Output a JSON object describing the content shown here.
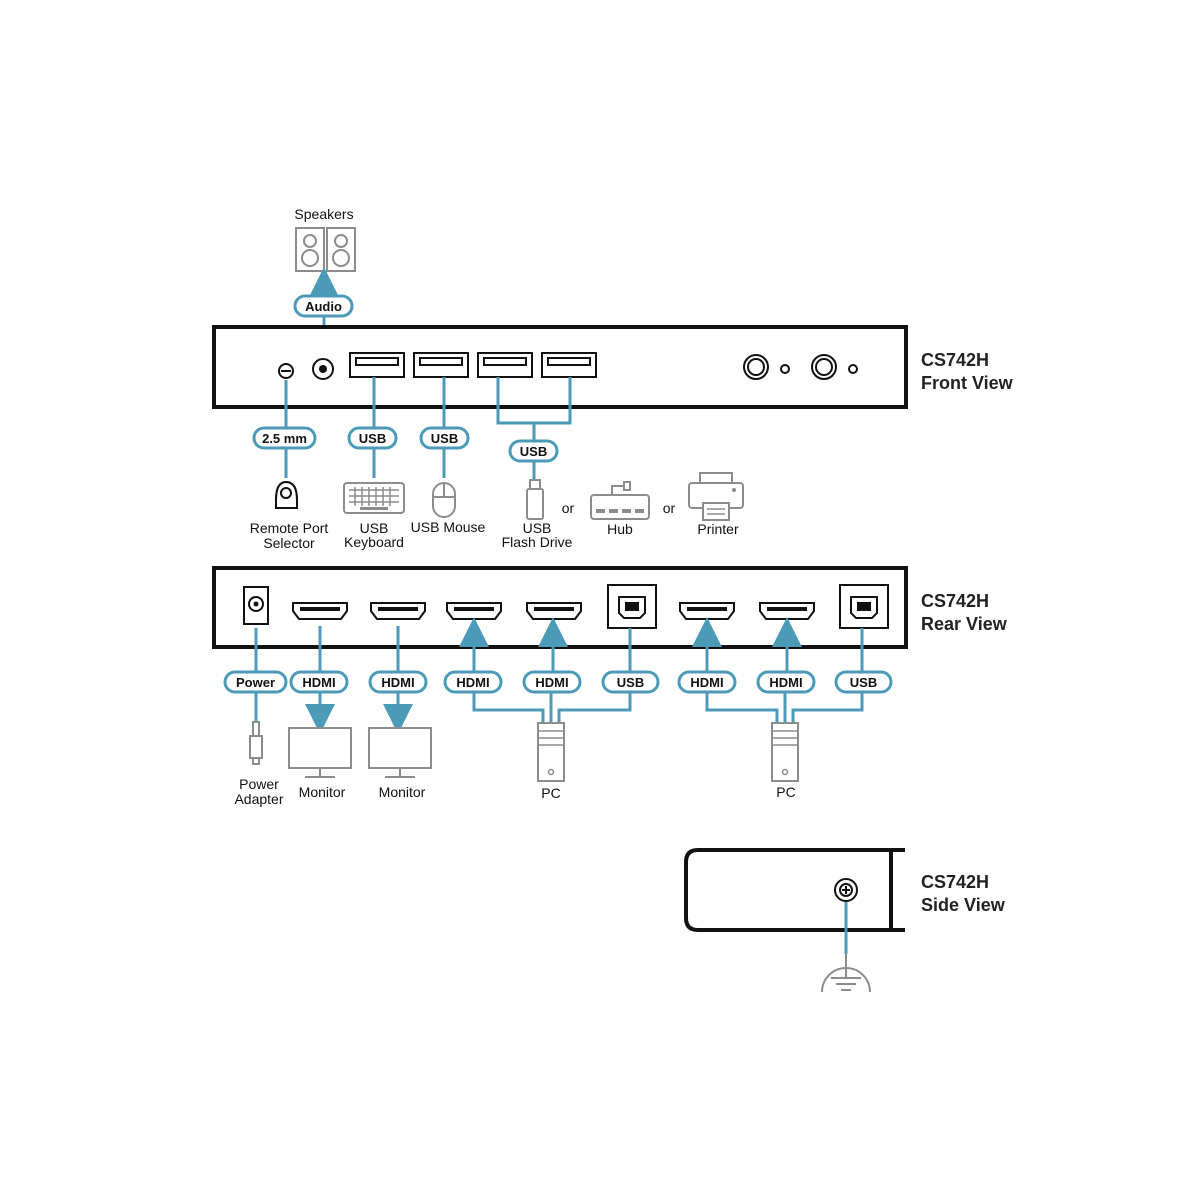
{
  "titles": {
    "front_model": "CS742H",
    "front_view": "Front View",
    "rear_model": "CS742H",
    "rear_view": "Rear View",
    "side_model": "CS742H",
    "side_view": "Side View"
  },
  "front": {
    "tags": {
      "audio": "Audio",
      "remote": "2.5 mm",
      "usb_kb": "USB",
      "usb_mouse": "USB",
      "usb_shared": "USB"
    },
    "labels": {
      "speakers": "Speakers",
      "remote_l1": "Remote Port",
      "remote_l2": "Selector",
      "kb_l1": "USB",
      "kb_l2": "Keyboard",
      "mouse": "USB Mouse",
      "flash_l1": "USB",
      "flash_l2": "Flash Drive",
      "or1": "or",
      "hub": "Hub",
      "or2": "or",
      "printer": "Printer"
    }
  },
  "rear": {
    "tags": {
      "power": "Power",
      "hdmi1": "HDMI",
      "hdmi2": "HDMI",
      "hdmi3": "HDMI",
      "hdmi4": "HDMI",
      "usb1": "USB",
      "hdmi5": "HDMI",
      "hdmi6": "HDMI",
      "usb2": "USB"
    },
    "labels": {
      "power_l1": "Power",
      "power_l2": "Adapter",
      "monitor1": "Monitor",
      "monitor2": "Monitor",
      "pc1": "PC",
      "pc2": "PC"
    }
  },
  "colors": {
    "accent": "#4a9ab8",
    "device_gray": "#8c8c8c",
    "outline": "#111111"
  }
}
